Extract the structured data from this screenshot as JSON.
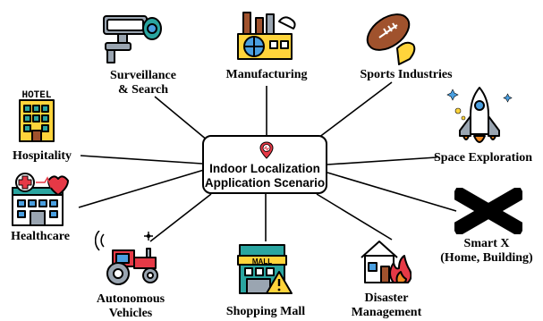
{
  "center": {
    "line1": "Indoor Localization",
    "line2": "Application Scenario"
  },
  "nodes": {
    "surveillance": {
      "line1": "Surveillance",
      "line2": "& Search",
      "icon": "cctv-camera-icon"
    },
    "manufacturing": {
      "label": "Manufacturing",
      "icon": "factory-icon"
    },
    "sports": {
      "label": "Sports Industries",
      "icon": "football-icon"
    },
    "hospitality": {
      "label": "Hospitality",
      "icon": "hotel-icon"
    },
    "space": {
      "label": "Space Exploration",
      "icon": "space-shuttle-icon"
    },
    "healthcare": {
      "label": "Healthcare",
      "icon": "hospital-icon"
    },
    "smartx": {
      "line1": "Smart X",
      "line2": "(Home, Building)",
      "icon": "x-mark-icon"
    },
    "autonomous": {
      "line1": "Autonomous",
      "line2": "Vehicles",
      "icon": "tractor-icon"
    },
    "shopping": {
      "label": "Shopping Mall",
      "icon": "shopping-mall-icon",
      "sign": "MALL"
    },
    "disaster": {
      "line1": "Disaster",
      "line2": "Management",
      "icon": "burning-house-icon"
    },
    "hotel_sign": "HOTEL"
  },
  "colors": {
    "line": "#000000",
    "yellow": "#ffd43b",
    "teal": "#2aa5a0",
    "red": "#e63946",
    "blue": "#4a9fe0",
    "brown": "#a0522d",
    "orange": "#f08a24",
    "grey": "#9aa5b1"
  }
}
